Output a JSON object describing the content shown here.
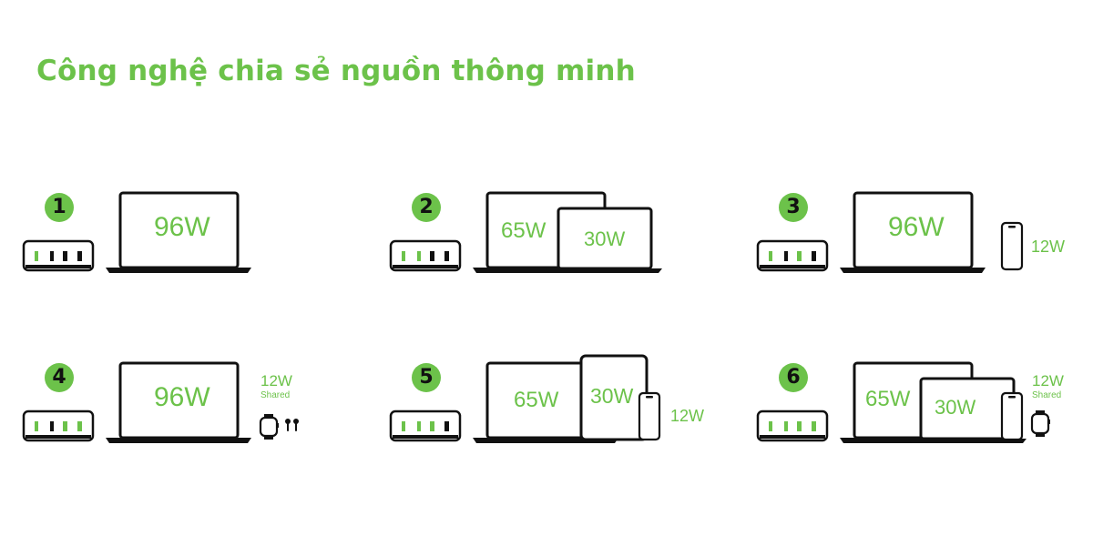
{
  "title": "Công nghệ chia sẻ nguồn thông minh",
  "colors": {
    "accent": "#6cc24a",
    "device_outline": "#111111",
    "background": "#ffffff"
  },
  "scenarios": [
    {
      "number": "1",
      "charger_ports_active": [
        true,
        false,
        false,
        false
      ],
      "devices": [
        "laptop-icon"
      ],
      "labels": {
        "laptop": "96W"
      }
    },
    {
      "number": "2",
      "charger_ports_active": [
        true,
        true,
        false,
        false
      ],
      "devices": [
        "laptop-icon",
        "laptop-icon"
      ],
      "labels": {
        "laptop_a": "65W",
        "laptop_b": "30W"
      }
    },
    {
      "number": "3",
      "charger_ports_active": [
        true,
        false,
        true,
        false
      ],
      "devices": [
        "laptop-icon",
        "phone-icon"
      ],
      "labels": {
        "laptop": "96W",
        "phone": "12W"
      }
    },
    {
      "number": "4",
      "charger_ports_active": [
        true,
        false,
        true,
        true
      ],
      "devices": [
        "laptop-icon",
        "watch-icon",
        "earbuds-icon"
      ],
      "labels": {
        "laptop": "96W",
        "shared": "12W",
        "shared_note": "Shared"
      }
    },
    {
      "number": "5",
      "charger_ports_active": [
        true,
        true,
        true,
        false
      ],
      "devices": [
        "laptop-icon",
        "tablet-icon",
        "phone-icon"
      ],
      "labels": {
        "laptop": "65W",
        "tablet": "30W",
        "phone": "12W"
      }
    },
    {
      "number": "6",
      "charger_ports_active": [
        true,
        true,
        true,
        true
      ],
      "devices": [
        "laptop-icon",
        "laptop-icon",
        "phone-icon",
        "watch-icon"
      ],
      "labels": {
        "laptop_a": "65W",
        "laptop_b": "30W",
        "shared": "12W",
        "shared_note": "Shared"
      }
    }
  ]
}
